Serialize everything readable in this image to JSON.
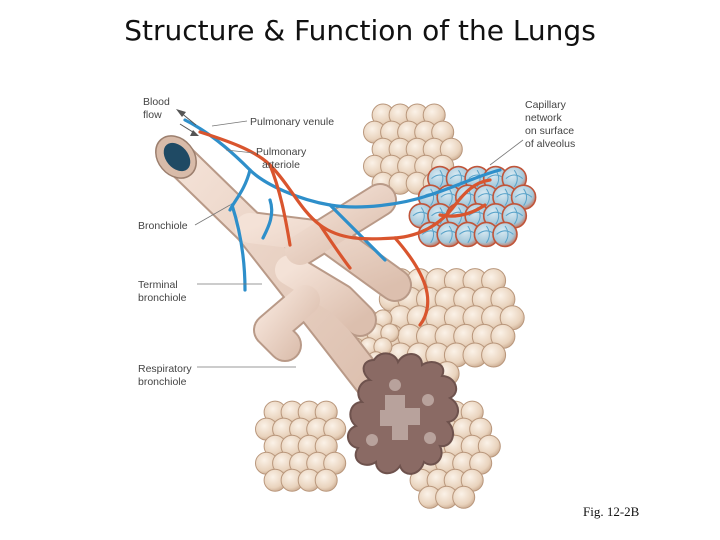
{
  "title": "Structure & Function of the Lungs",
  "caption": "Fig. 12-2B",
  "labels": {
    "blood_flow": [
      "Blood",
      "flow"
    ],
    "pulmonary_venule": [
      "Pulmonary venule"
    ],
    "pulmonary_arteriole": [
      "Pulmonary",
      "arteriole"
    ],
    "bronchiole": [
      "Bronchiole"
    ],
    "terminal_bronchiole": [
      "Terminal",
      "bronchiole"
    ],
    "respiratory_bronchiole": [
      "Respiratory",
      "bronchiole"
    ],
    "capillary_network": [
      "Capillary",
      "network",
      "on surface",
      "of alveolus"
    ]
  },
  "colors": {
    "airway": "#e9cfc1",
    "alveolus": "#ead7c3",
    "alveolus_edge": "#b9977c",
    "venule": "#2e8fca",
    "arteriole": "#d9552e",
    "capillary_sac": "#5aa3c9",
    "cross_section": "#8a6a64"
  }
}
